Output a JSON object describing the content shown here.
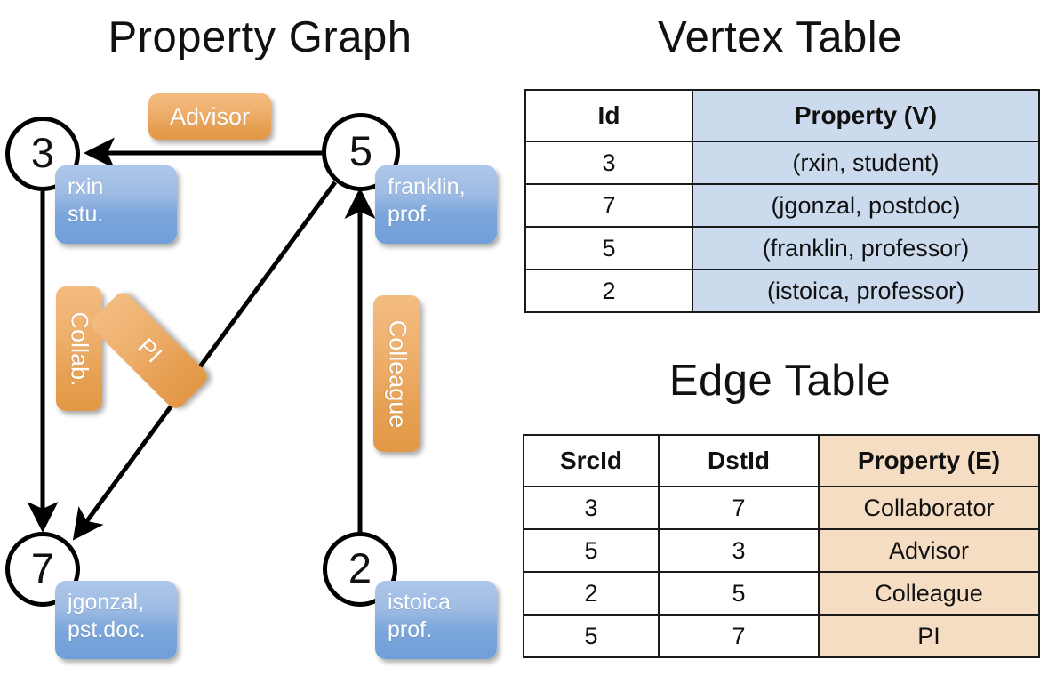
{
  "sections": {
    "graph_title": "Property Graph",
    "vertex_title": "Vertex Table",
    "edge_title": "Edge Table"
  },
  "graph": {
    "nodes": [
      {
        "id": "3",
        "property_lines": [
          "rxin",
          "stu."
        ]
      },
      {
        "id": "5",
        "property_lines": [
          "franklin,",
          "prof."
        ]
      },
      {
        "id": "7",
        "property_lines": [
          "jgonzal,",
          "pst.doc."
        ]
      },
      {
        "id": "2",
        "property_lines": [
          "istoica",
          "prof."
        ]
      }
    ],
    "edge_labels": [
      {
        "name": "advisor",
        "text": "Advisor"
      },
      {
        "name": "collab",
        "text": "Collab."
      },
      {
        "name": "pi",
        "text": "PI"
      },
      {
        "name": "colleague",
        "text": "Colleague"
      }
    ]
  },
  "vertex_table": {
    "headers": [
      "Id",
      "Property (V)"
    ],
    "rows": [
      [
        "3",
        "(rxin, student)"
      ],
      [
        "7",
        "(jgonzal, postdoc)"
      ],
      [
        "5",
        "(franklin, professor)"
      ],
      [
        "2",
        "(istoica, professor)"
      ]
    ]
  },
  "edge_table": {
    "headers": [
      "SrcId",
      "DstId",
      "Property (E)"
    ],
    "rows": [
      [
        "3",
        "7",
        "Collaborator"
      ],
      [
        "5",
        "3",
        "Advisor"
      ],
      [
        "2",
        "5",
        "Colleague"
      ],
      [
        "5",
        "7",
        "PI"
      ]
    ]
  },
  "colors": {
    "node_property_blue": "#7ca6db",
    "edge_label_orange": "#e69f51",
    "vertex_cell_blue": "#ccdaee",
    "edge_cell_peach": "#f5ddc4",
    "stroke": "#000000"
  }
}
